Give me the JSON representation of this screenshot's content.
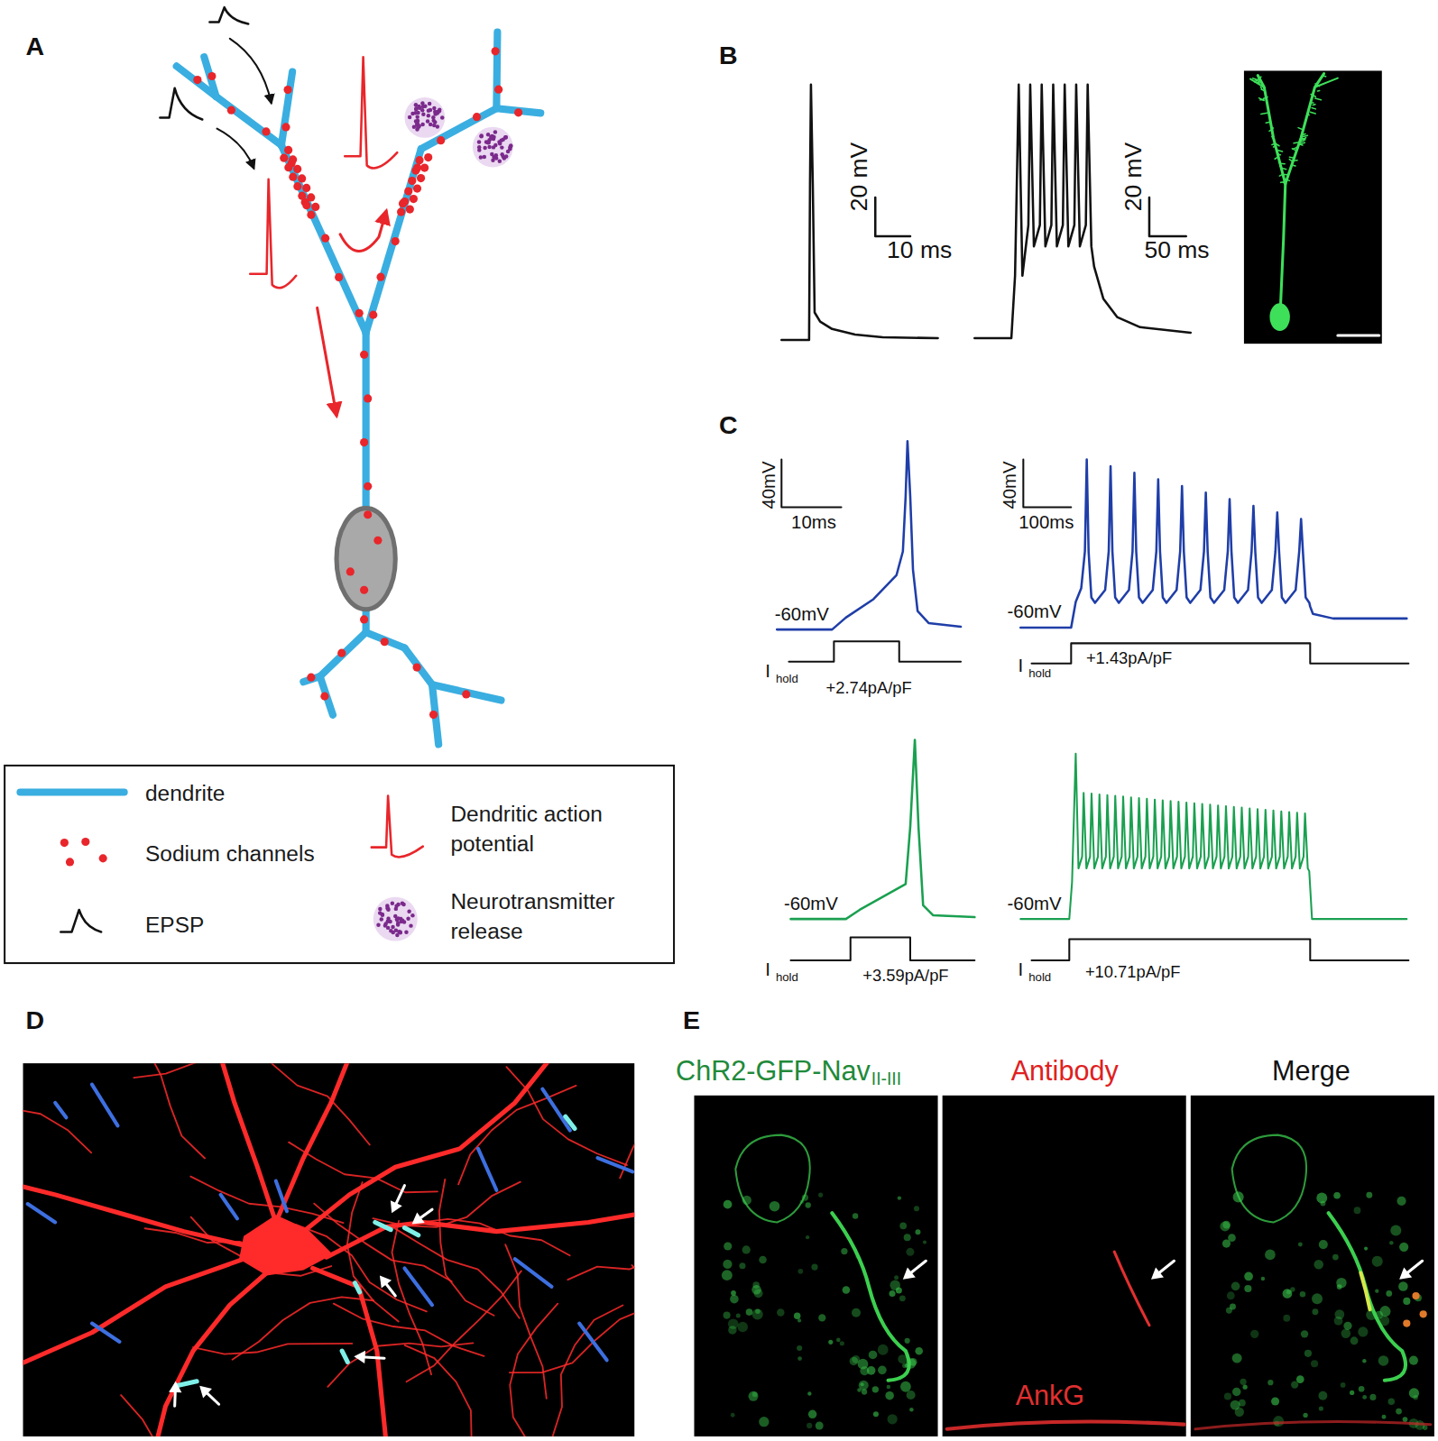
{
  "diagram": {
    "labels": [
      "A",
      "B",
      "20 mV",
      "10 ms",
      "20 mV",
      "50 ms",
      "C",
      "40mV",
      "10ms",
      "-60mV",
      "I",
      "hold",
      "+2.74pA/pF",
      "40mV",
      "100ms",
      "-60mV",
      "I",
      "hold",
      "+1.43pA/pF",
      "-60mV",
      "I",
      "hold",
      "+3.59pA/pF",
      "-60mV",
      "I",
      "hold",
      "+10.71pA/pF",
      "D",
      "E",
      "ChR2-GFP-Nav",
      "II-III",
      "Antibody",
      "Merge",
      "AnkG"
    ],
    "legend": [
      {
        "text": "dendrite"
      },
      {
        "text": "Sodium channels"
      },
      {
        "text": "EPSP"
      },
      {
        "text": "Dendritic action potential"
      },
      {
        "text": "Neurotransmitter release"
      }
    ]
  }
}
